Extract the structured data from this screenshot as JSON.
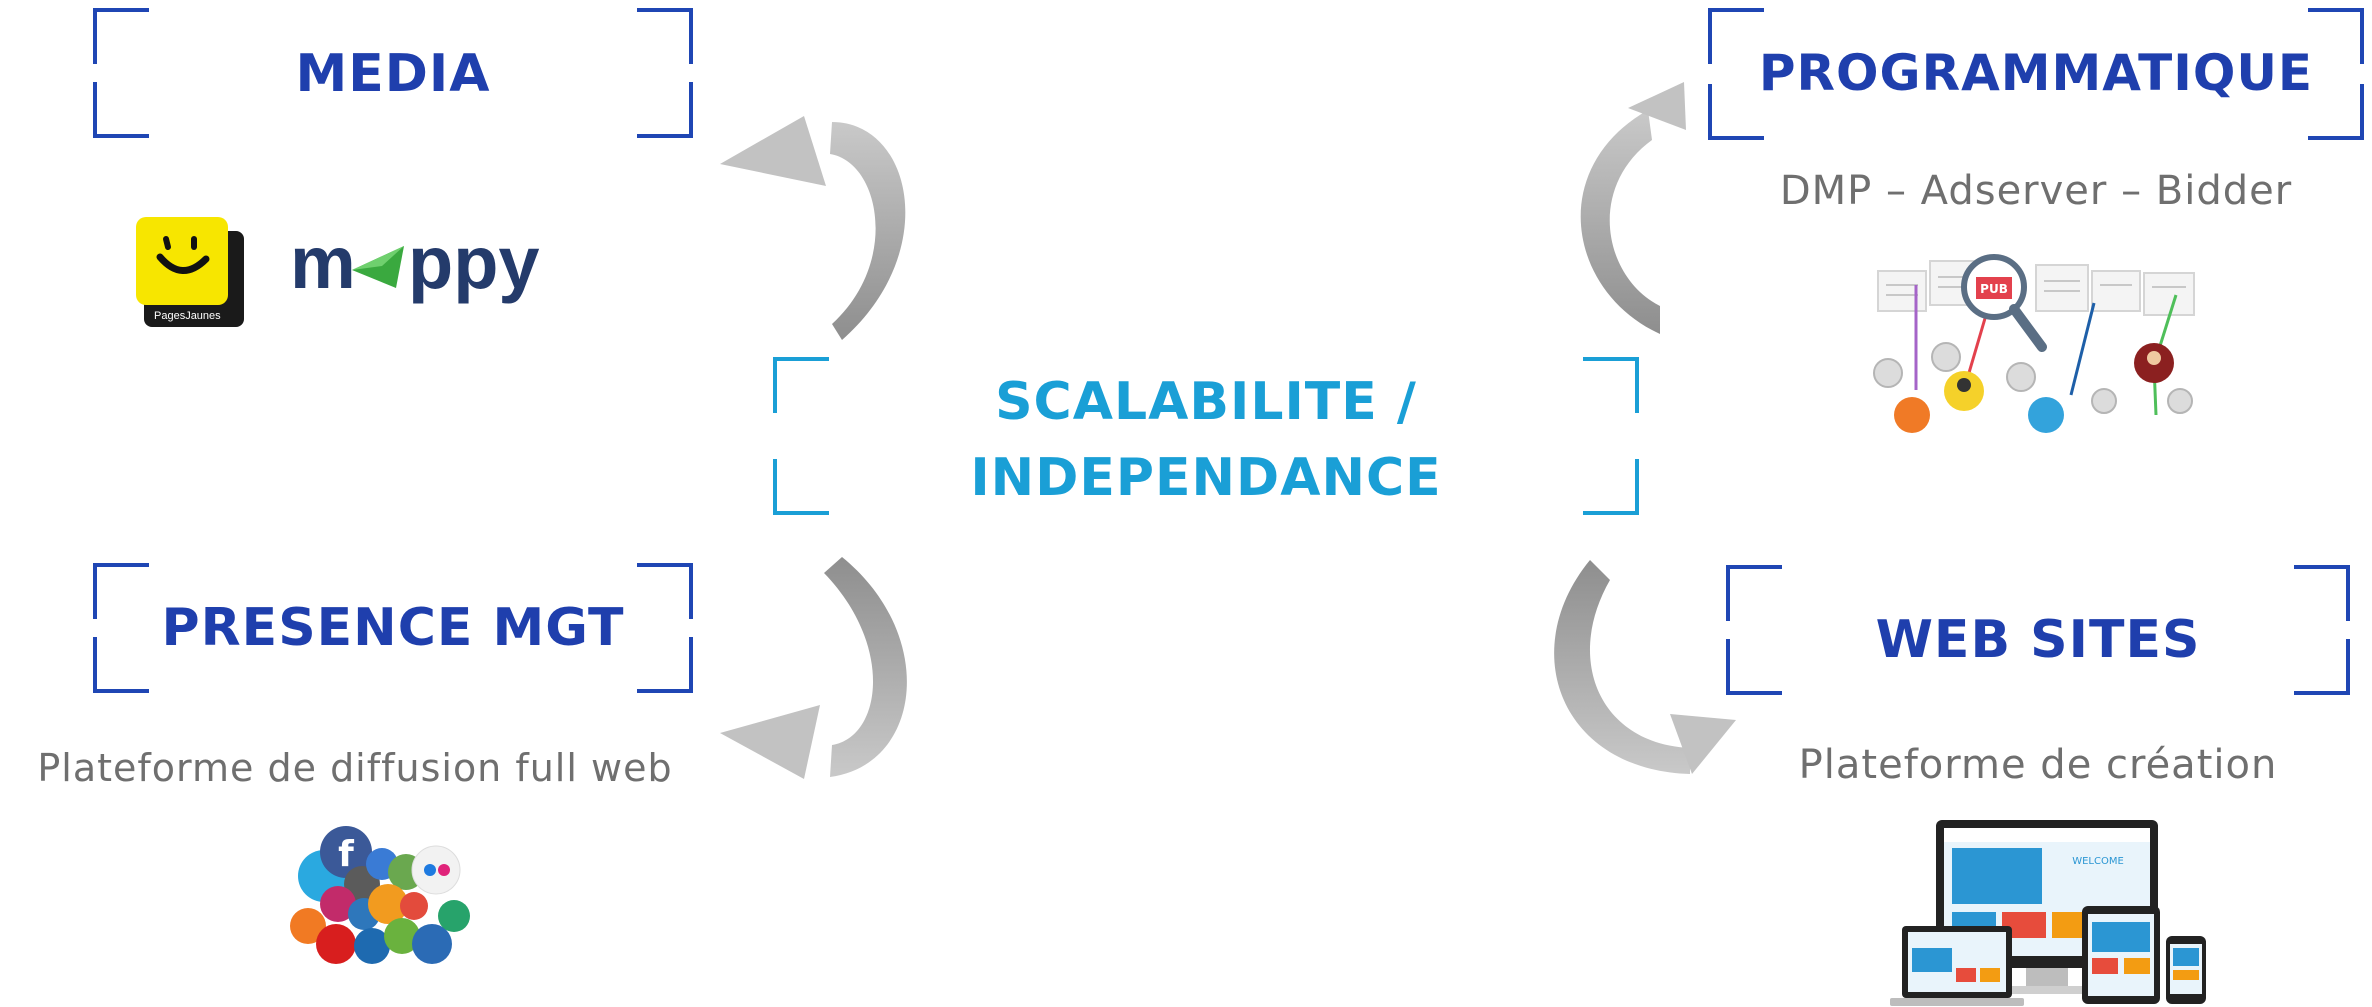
{
  "center": {
    "line1": "SCALABILITE /",
    "line2": "INDEPENDANCE"
  },
  "media": {
    "title": "MEDIA",
    "logo_pagesjaunes_caption": "PagesJaunes",
    "logo_mappy_text_left": "m",
    "logo_mappy_text_right": "ppy"
  },
  "programmatique": {
    "title": "PROGRAMMATIQUE",
    "subtitle": "DMP – Adserver – Bidder",
    "illustration_badge": "PUB"
  },
  "presence": {
    "title": "PRESENCE MGT",
    "subtitle": "Plateforme de diffusion full web"
  },
  "websites": {
    "title": "WEB SITES",
    "subtitle": "Plateforme de création",
    "screen_text": "WELCOME"
  },
  "colors": {
    "frame_blue": "#1f46b4",
    "title_blue": "#1f3fad",
    "center_cyan": "#1a9fd6",
    "arrow_gray": "#b9b9b9",
    "subtitle_gray": "#6f6f6f"
  },
  "icons": [
    "curved-arrow-icon",
    "pages-jaunes-logo",
    "mappy-logo",
    "adtech-network-illustration",
    "social-icons-cluster",
    "responsive-devices-illustration"
  ]
}
